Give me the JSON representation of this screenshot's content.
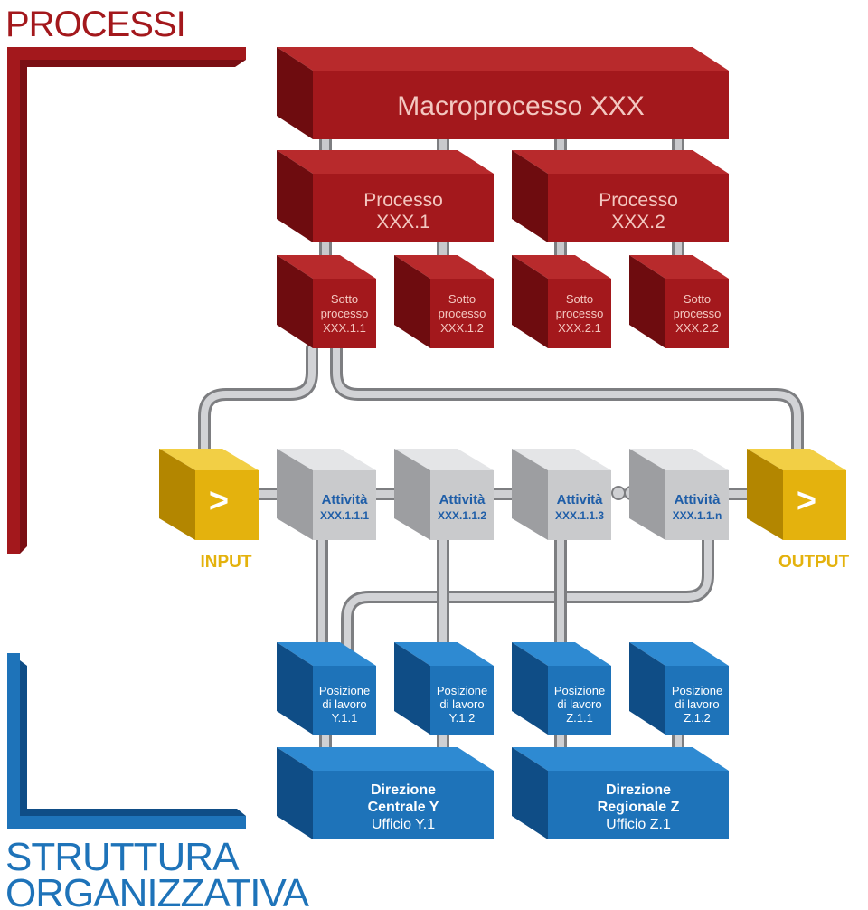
{
  "headings": {
    "processi": "PROCESSI",
    "struttura_line1": "STRUTTURA",
    "struttura_line2": "ORGANIZZATIVA"
  },
  "colors": {
    "process_red": "#a3181c",
    "process_red_dark": "#6e0c0f",
    "process_red_side": "#82101a",
    "process_red_text": "#f3c7c0",
    "activity_gray": "#c9cacc",
    "activity_gray_top": "#e4e5e7",
    "activity_gray_side": "#9d9ea1",
    "activity_text": "#1f5ea8",
    "io_yellow": "#e4b20d",
    "io_yellow_top": "#f2cf45",
    "io_yellow_side": "#b38600",
    "io_label": "#e4b20d",
    "org_blue": "#1e73b9",
    "org_blue_top": "#2e8ad2",
    "org_blue_side": "#0f4d86",
    "org_text": "#ffffff",
    "heading_red": "#a3181c",
    "heading_blue": "#1e73b9",
    "pipe_gray": "#b9babd"
  },
  "macro": {
    "label": "Macroprocesso XXX"
  },
  "processes": [
    {
      "line1": "Processo",
      "line2": "XXX.1"
    },
    {
      "line1": "Processo",
      "line2": "XXX.2"
    }
  ],
  "subprocesses": [
    {
      "line1": "Sotto",
      "line2": "processo",
      "line3": "XXX.1.1"
    },
    {
      "line1": "Sotto",
      "line2": "processo",
      "line3": "XXX.1.2"
    },
    {
      "line1": "Sotto",
      "line2": "processo",
      "line3": "XXX.2.1"
    },
    {
      "line1": "Sotto",
      "line2": "processo",
      "line3": "XXX.2.2"
    }
  ],
  "activities": [
    {
      "line1": "Attività",
      "line2": "XXX.1.1.1"
    },
    {
      "line1": "Attività",
      "line2": "XXX.1.1.2"
    },
    {
      "line1": "Attività",
      "line2": "XXX.1.1.3"
    },
    {
      "line1": "Attività",
      "line2": "XXX.1.1.n"
    }
  ],
  "io": {
    "input_label": "INPUT",
    "output_label": "OUTPUT",
    "arrow_glyph": ">"
  },
  "positions": [
    {
      "line1": "Posizione",
      "line2": "di lavoro",
      "line3": "Y.1.1"
    },
    {
      "line1": "Posizione",
      "line2": "di lavoro",
      "line3": "Y.1.2"
    },
    {
      "line1": "Posizione",
      "line2": "di lavoro",
      "line3": "Z.1.1"
    },
    {
      "line1": "Posizione",
      "line2": "di lavoro",
      "line3": "Z.1.2"
    }
  ],
  "directions": [
    {
      "line1": "Direzione",
      "line2": "Centrale Y",
      "line3": "Ufficio Y.1"
    },
    {
      "line1": "Direzione",
      "line2": "Regionale Z",
      "line3": "Ufficio Z.1"
    }
  ]
}
